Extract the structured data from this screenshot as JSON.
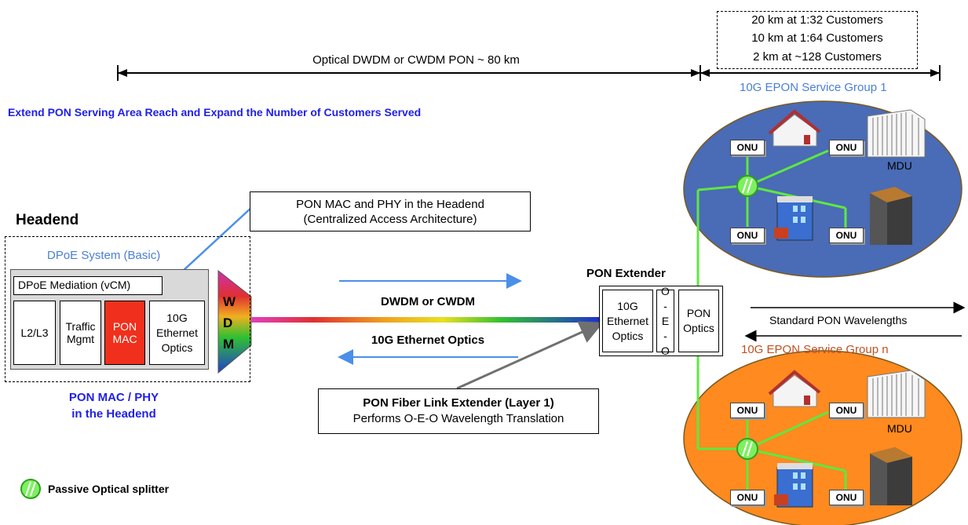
{
  "reach": {
    "main_label": "Optical DWDM or CWDM PON ~ 80 km",
    "customers": [
      "20 km at 1:32 Customers",
      "10 km at 1:64 Customers",
      "2 km at ~128 Customers"
    ]
  },
  "headline": "Extend PON Serving Area Reach and Expand the Number of Customers Served",
  "headend": {
    "title": "Headend",
    "system_label": "DPoE System (Basic)",
    "mediation_label": "DPoE Mediation (vCM)",
    "modules": [
      "L2/L3",
      "Traffic Mgmt",
      "PON MAC",
      "10G Ethernet Optics"
    ],
    "wdm_letters": [
      "W",
      "D",
      "M"
    ],
    "caption_line1": "PON MAC / PHY",
    "caption_line2": "in the Headend"
  },
  "callout_headend": {
    "line1": "PON MAC and PHY in the Headend",
    "line2": "(Centralized Access Architecture)"
  },
  "link": {
    "dwdm_label": "DWDM or CWDM",
    "optics_label": "10G Ethernet Optics"
  },
  "extender": {
    "title": "PON Extender",
    "modules": [
      "10G Ethernet Optics",
      "O- E- O",
      "PON Optics"
    ]
  },
  "callout_extender": {
    "line1": "PON Fiber Link Extender (Layer 1)",
    "line2": "Performs O-E-O Wavelength Translation"
  },
  "wavelengths_label": "Standard PON Wavelengths",
  "groups": [
    {
      "label": "10G EPON Service Group 1",
      "color": "#4a6bb5",
      "text_color": "#4a7fd6"
    },
    {
      "label": "10G EPON Service Group n",
      "color": "#ff8a1f",
      "text_color": "#c0501f"
    }
  ],
  "onu_label": "ONU",
  "mdu_label": "MDU",
  "legend": {
    "label": "Passive Optical splitter"
  }
}
